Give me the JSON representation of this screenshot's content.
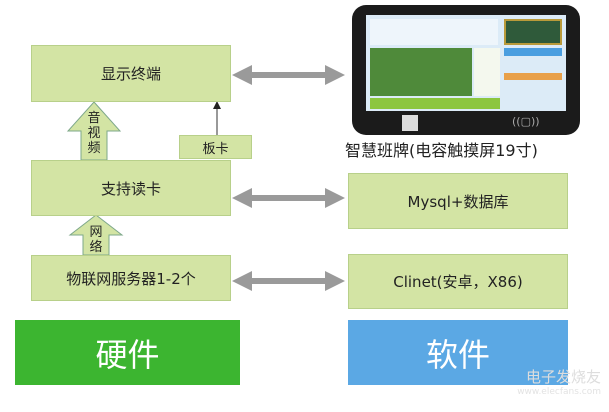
{
  "hardware": {
    "display_terminal": "显示终端",
    "av_arrow": "音视频",
    "board_card": "板卡",
    "card_reading": "支持读卡",
    "network_arrow": "网络",
    "iot_server": "物联网服务器1-2个",
    "label": "硬件"
  },
  "software": {
    "database": "Mysql+数据库",
    "client": "Clinet(安卓，X86)",
    "label": "软件"
  },
  "device": {
    "caption": "智慧班牌(电容触摸屏19寸)"
  },
  "watermark": {
    "name": "电子发烧友",
    "url": "www.elecfans.com"
  },
  "colors": {
    "box": "#d3e4a4",
    "hardware": "#3cb530",
    "software": "#5ba8e4",
    "arrow": "#999999"
  }
}
